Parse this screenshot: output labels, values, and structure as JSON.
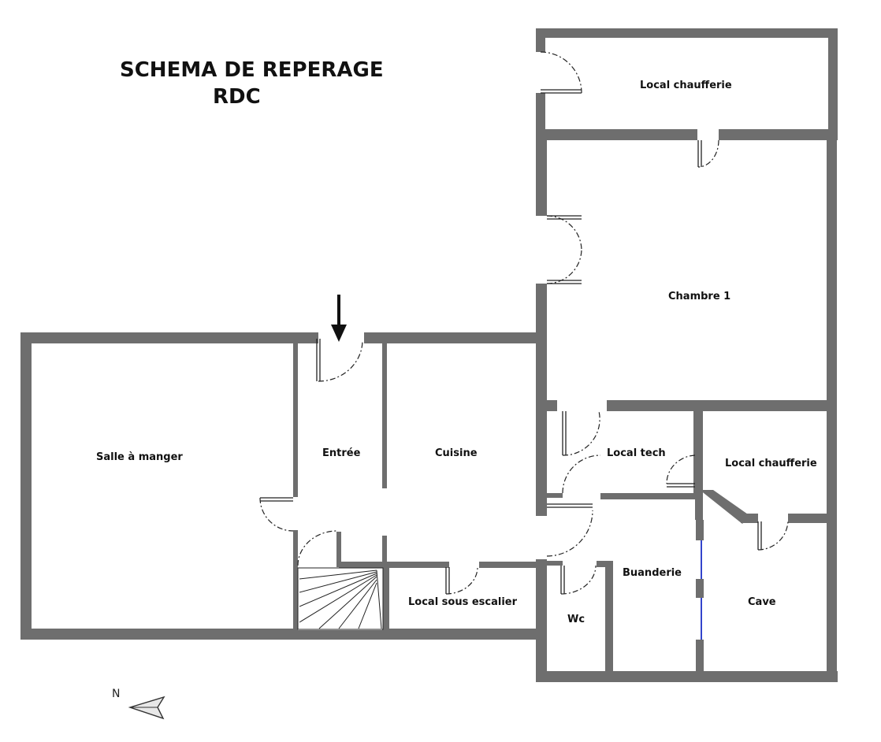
{
  "title": {
    "line1": "SCHEMA DE REPERAGE",
    "line2": "RDC"
  },
  "rooms": {
    "local_chaufferie_top": "Local chaufferie",
    "chambre1": "Chambre 1",
    "salle_a_manger": "Salle à manger",
    "entree": "Entrée",
    "cuisine": "Cuisine",
    "local_tech": "Local tech",
    "local_chaufferie_right": "Local chaufferie",
    "buanderie": "Buanderie",
    "cave": "Cave",
    "wc": "Wc",
    "local_sous_escalier": "Local sous escalier"
  },
  "compass": {
    "label": "N"
  },
  "colors": {
    "wall": "#6e6e6e",
    "window": "#3344cc"
  }
}
